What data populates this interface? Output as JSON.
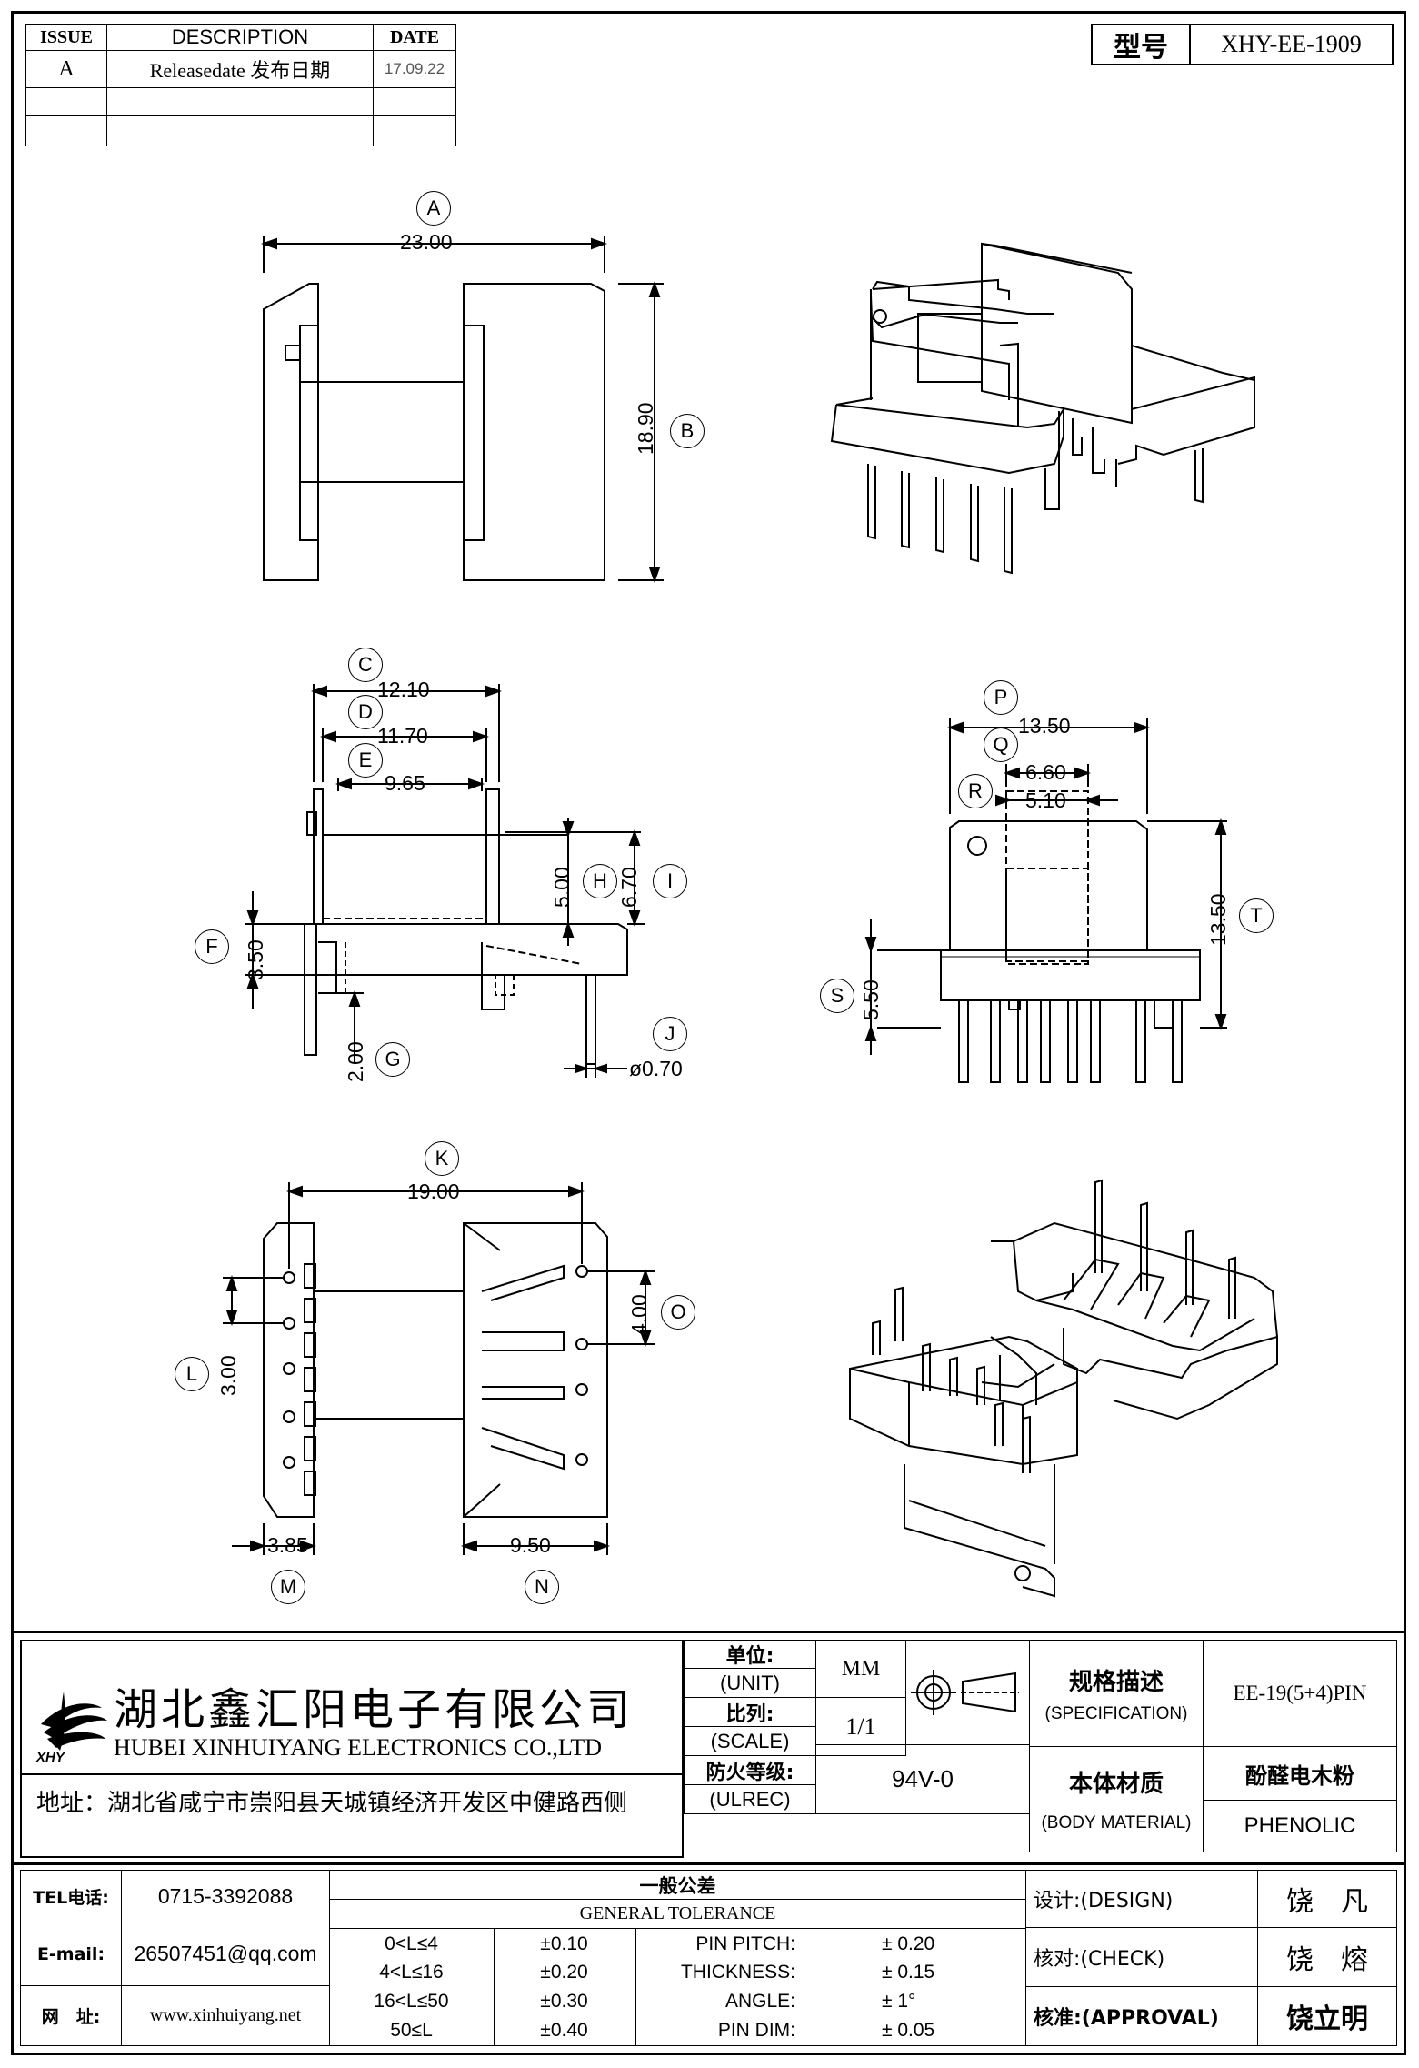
{
  "revision_table": {
    "headers": {
      "issue": "ISSUE",
      "description": "DESCRIPTION",
      "date": "DATE"
    },
    "rows": [
      {
        "issue": "A",
        "description": "Releasedate 发布日期",
        "date": "17.09.22"
      }
    ]
  },
  "model": {
    "label": "型号",
    "value": "XHY-EE-1909"
  },
  "dimensions": {
    "A": {
      "letter": "A",
      "value": "23.00"
    },
    "B": {
      "letter": "B",
      "value": "18.90"
    },
    "C": {
      "letter": "C",
      "value": "12.10"
    },
    "D": {
      "letter": "D",
      "value": "11.70"
    },
    "E": {
      "letter": "E",
      "value": "9.65"
    },
    "F": {
      "letter": "F",
      "value": "3.50"
    },
    "G": {
      "letter": "G",
      "value": "2.00"
    },
    "H": {
      "letter": "H",
      "value": "5.00"
    },
    "I": {
      "letter": "I",
      "value": "6.70"
    },
    "J": {
      "letter": "J",
      "value": "ø0.70"
    },
    "K": {
      "letter": "K",
      "value": "19.00"
    },
    "L": {
      "letter": "L",
      "value": "3.00"
    },
    "M": {
      "letter": "M",
      "value": "3.85"
    },
    "N": {
      "letter": "N",
      "value": "9.50"
    },
    "O": {
      "letter": "O",
      "value": "4.00"
    },
    "P": {
      "letter": "P",
      "value": "13.50"
    },
    "Q": {
      "letter": "Q",
      "value": "6.60"
    },
    "R": {
      "letter": "R",
      "value": "5.10"
    },
    "S": {
      "letter": "S",
      "value": "5.50"
    },
    "T": {
      "letter": "T",
      "value": "13.50"
    }
  },
  "company": {
    "name_cn": "湖北鑫汇阳电子有限公司",
    "name_en": "HUBEI XINHUIYANG ELECTRONICS CO.,LTD",
    "logo_text": "XHY",
    "address": "地址：湖北省咸宁市崇阳县天城镇经济开发区中健路西侧",
    "tel_label": "TEL电话:",
    "tel": "0715-3392088",
    "email_label": "E-mail:",
    "email": "26507451@qq.com",
    "web_label": "网　址:",
    "web": "www.xinhuiyang.net"
  },
  "title_block": {
    "unit_cn": "单位:",
    "unit_en": "(UNIT)",
    "unit_value": "MM",
    "scale_cn": "比列:",
    "scale_en": "(SCALE)",
    "scale_value": "1/1",
    "flame_cn": "防火等级:",
    "flame_en": "(ULREC)",
    "flame_value": "94V-0",
    "spec_cn": "规格描述",
    "spec_en": "(SPECIFICATION)",
    "spec_value": "EE-19(5+4)PIN",
    "material_cn": "本体材质",
    "material_en": "(BODY MATERIAL)",
    "material_cn_value": "酚醛电木粉",
    "material_en_value": "PHENOLIC",
    "design_label": "设计:(DESIGN)",
    "design_value": "饶　凡",
    "check_label": "核对:(CHECK)",
    "check_value": "饶　熔",
    "approval_label": "核准:(APPROVAL)",
    "approval_value": "饶立明"
  },
  "tolerance": {
    "title_cn": "一般公差",
    "title_en": "GENERAL TOLERANCE",
    "ranges": [
      {
        "range": "0<L≤4",
        "tol": "±0.10"
      },
      {
        "range": "4<L≤16",
        "tol": "±0.20"
      },
      {
        "range": "16<L≤50",
        "tol": "±0.30"
      },
      {
        "range": "50≤L",
        "tol": "±0.40"
      }
    ],
    "items": [
      {
        "name": "PIN PITCH:",
        "value": "±  0.20"
      },
      {
        "name": "THICKNESS:",
        "value": "±  0.15"
      },
      {
        "name": "ANGLE:",
        "value": "±  1°"
      },
      {
        "name": "PIN DIM:",
        "value": "±  0.05"
      }
    ]
  }
}
